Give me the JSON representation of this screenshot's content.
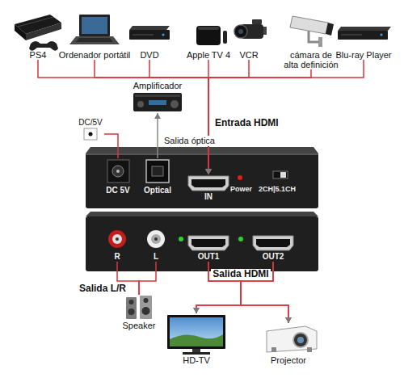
{
  "diagram": {
    "nodes": [
      {
        "text": [
          "PS4"
        ]
      },
      {
        "text": [
          "Ordenador portátil"
        ]
      },
      {
        "text": [
          "DVD"
        ]
      },
      {
        "text": [
          "Apple TV 4"
        ]
      },
      {
        "text": [
          "VCR"
        ]
      },
      {
        "text": [
          "cámara de alta definición"
        ]
      },
      {
        "text": [
          "Blu-ray Player"
        ]
      },
      {
        "text": [
          "Amplificador"
        ]
      },
      {
        "text": [
          "DC/5V"
        ]
      },
      {
        "text": [
          "DC 5V"
        ]
      },
      {
        "text": [
          "Optical"
        ]
      },
      {
        "text": [
          "IN"
        ]
      },
      {
        "text": [
          "R"
        ]
      },
      {
        "text": [
          "L"
        ]
      },
      {
        "text": [
          "OUT1"
        ]
      },
      {
        "text": [
          "OUT2"
        ]
      },
      {
        "text": [
          "Speaker"
        ]
      },
      {
        "text": [
          "HD-TV"
        ]
      },
      {
        "text": [
          "Projector"
        ]
      }
    ],
    "edges": [
      {
        "from": 0,
        "to": 11,
        "arrow": "to"
      },
      {
        "from": 1,
        "to": 11,
        "arrow": "to"
      },
      {
        "from": 2,
        "to": 11,
        "arrow": "to"
      },
      {
        "from": 3,
        "to": 11,
        "arrow": "to"
      },
      {
        "from": 4,
        "to": 11,
        "arrow": "to"
      },
      {
        "from": 5,
        "to": 11,
        "arrow": "to"
      },
      {
        "from": 6,
        "to": 11,
        "arrow": "to"
      },
      {
        "from": 10,
        "to": 7,
        "arrow": "to"
      },
      {
        "from": 8,
        "to": 9,
        "arrow": "none"
      },
      {
        "from": 12,
        "to": 16,
        "arrow": "none"
      },
      {
        "from": 13,
        "to": 16,
        "arrow": "none"
      },
      {
        "from": 14,
        "to": 17,
        "arrow": "to"
      },
      {
        "from": 14,
        "to": 18,
        "arrow": "to"
      },
      {
        "from": 15,
        "to": 17,
        "arrow": "to"
      },
      {
        "from": 15,
        "to": 18,
        "arrow": "to"
      }
    ],
    "labels": [
      "Entrada HDMI",
      "Salida óptica",
      "Power",
      "2CH|5.1CH",
      "Salida L/R",
      "Salida HDMI"
    ]
  }
}
